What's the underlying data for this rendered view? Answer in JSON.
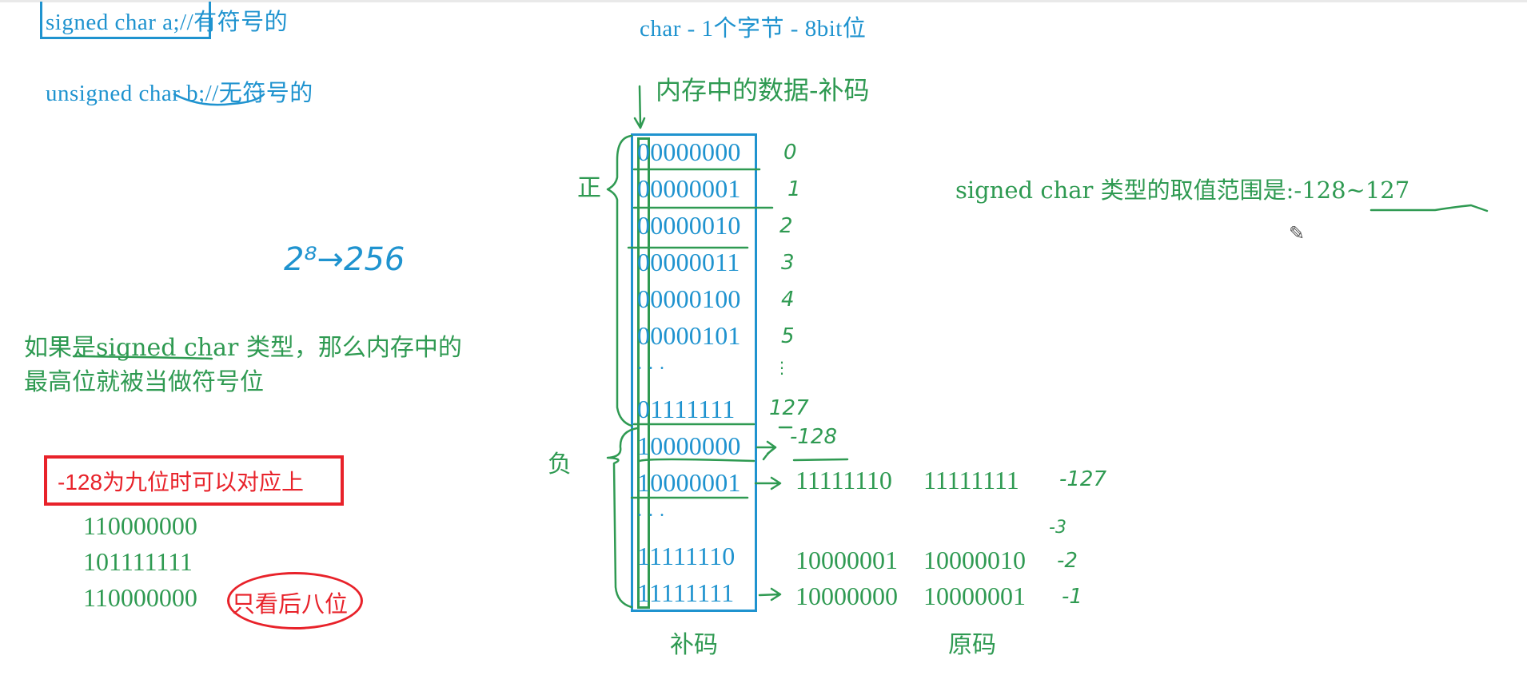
{
  "notes": {
    "line1": {
      "code": "signed char",
      "rest": " a;//有符号的"
    },
    "line2": {
      "code": "unsigned char b;//无符号的"
    },
    "header": "char - 1个字节 - 8bit位",
    "memory_label": "内存中的数据-补码",
    "power_note": "2⁸→256",
    "explanation_line1": "如果是signed char 类型，那么内存中的",
    "explanation_line2": "最高位就被当做符号位",
    "range_note": "signed char 类型的取值范围是:-128~127",
    "positive_label": "正",
    "negative_label": "负",
    "complement_caption": "补码",
    "original_caption": "原码"
  },
  "complement_table": {
    "rows": [
      {
        "bits": "00000000",
        "value": "0"
      },
      {
        "bits": "00000001",
        "value": "1"
      },
      {
        "bits": "00000010",
        "value": "2"
      },
      {
        "bits": "00000011",
        "value": "3"
      },
      {
        "bits": "00000100",
        "value": "4"
      },
      {
        "bits": "00000101",
        "value": "5"
      },
      {
        "bits": "...",
        "value": "⋮"
      },
      {
        "bits": "01111111",
        "value": "127"
      },
      {
        "bits": "10000000",
        "value": "-128"
      },
      {
        "bits": "10000001",
        "value": ""
      },
      {
        "bits": "...",
        "value": ""
      },
      {
        "bits": "11111110",
        "value": ""
      },
      {
        "bits": "11111111",
        "value": ""
      }
    ]
  },
  "original_table": {
    "rows": [
      {
        "inverse": "11111110",
        "original": "11111111",
        "value": "-127"
      },
      {
        "inverse": "",
        "original": "",
        "value": "-3"
      },
      {
        "inverse": "10000001",
        "original": "10000010",
        "value": "-2"
      },
      {
        "inverse": "10000000",
        "original": "10000001",
        "value": "-1"
      }
    ]
  },
  "callout": {
    "title": "-128为九位时可以对应上",
    "lines": [
      "110000000",
      "101111111",
      "110000000"
    ],
    "oval_note": "只看后八位"
  },
  "colors": {
    "blue": "#1f93cf",
    "green": "#2f9a52",
    "red": "#e8222a"
  }
}
